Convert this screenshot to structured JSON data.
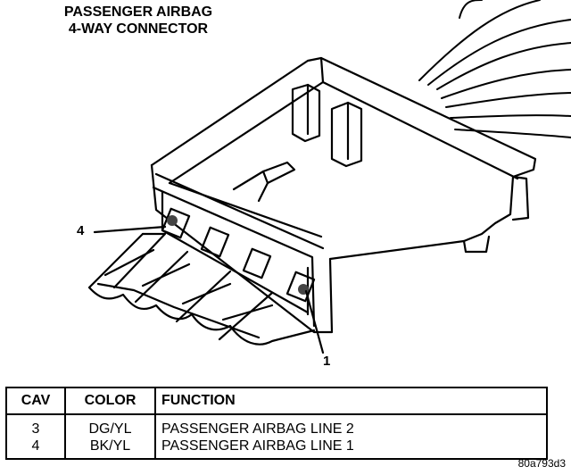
{
  "title": {
    "line1": "PASSENGER AIRBAG",
    "line2": "4-WAY CONNECTOR"
  },
  "callouts": {
    "pin4": "4",
    "pin1": "1"
  },
  "table": {
    "headers": {
      "cav": "CAV",
      "color": "COLOR",
      "function": "FUNCTION"
    },
    "rows": [
      {
        "cav": "3",
        "color": "DG/YL",
        "function": "PASSENGER AIRBAG LINE 2"
      },
      {
        "cav": "4",
        "color": "BK/YL",
        "function": "PASSENGER AIRBAG LINE 1"
      }
    ]
  },
  "figure_id": "80a793d3"
}
